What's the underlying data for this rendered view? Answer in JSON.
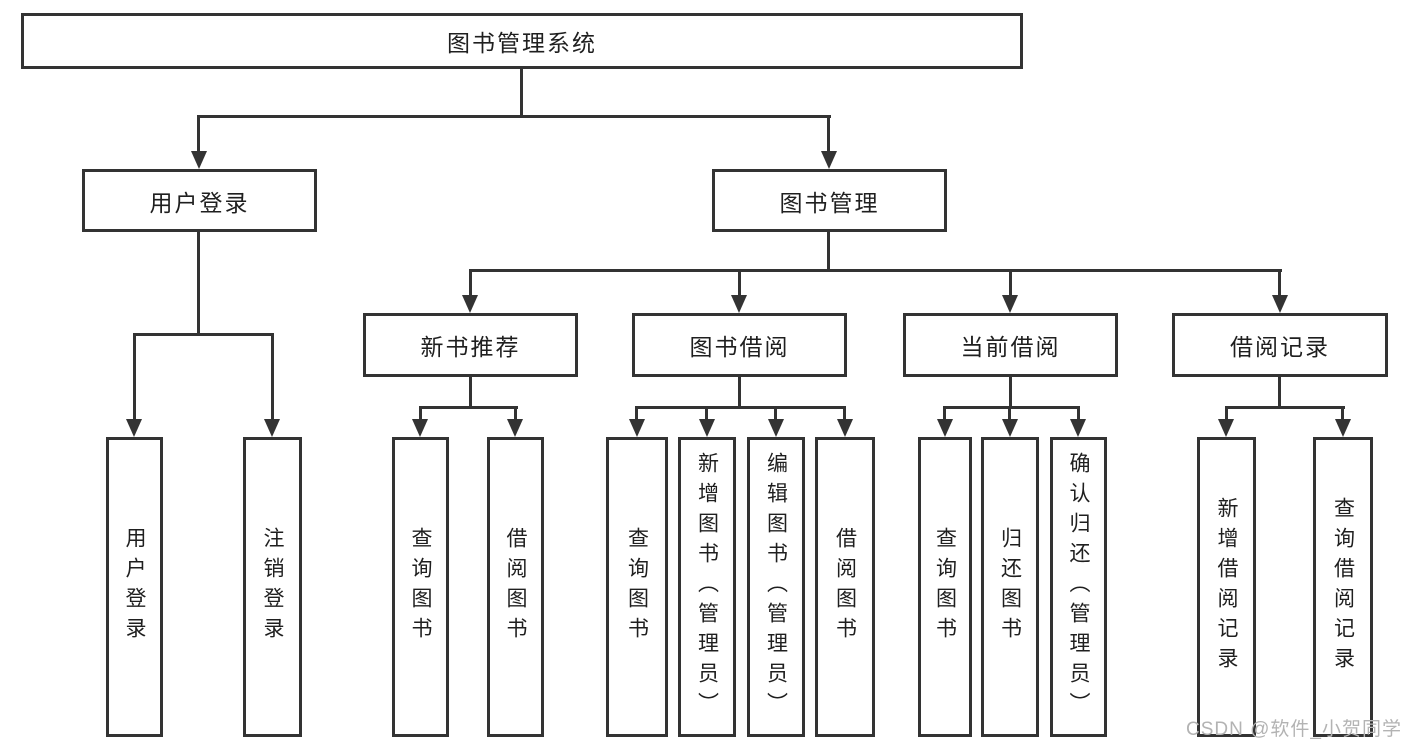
{
  "diagram_title": "图书管理系统",
  "nodes": {
    "root": "图书管理系统",
    "level2": {
      "user_login": "用户登录",
      "book_management": "图书管理"
    },
    "level3": {
      "new_book_recommend": "新书推荐",
      "book_borrowing": "图书借阅",
      "current_borrowing": "当前借阅",
      "borrowing_records": "借阅记录"
    },
    "leaves": {
      "user_login": "用户登录",
      "logout": "注销登录",
      "recommend_query_books": "查询图书",
      "recommend_borrow_books": "借阅图书",
      "borrowing_query_books": "查询图书",
      "borrowing_add_books": "新增图书（管理员）",
      "borrowing_edit_books": "编辑图书（管理员）",
      "borrowing_borrow_books": "借阅图书",
      "current_query_books": "查询图书",
      "current_return_books": "归还图书",
      "current_confirm_return": "确认归还（管理员）",
      "records_add_record": "新增借阅记录",
      "records_query_record": "查询借阅记录"
    }
  },
  "watermark": "CSDN @软件_小贺同学",
  "colors": {
    "line": "#333333",
    "text": "#1f1f1f",
    "background": "#ffffff",
    "watermark": "#b3b3b3"
  }
}
